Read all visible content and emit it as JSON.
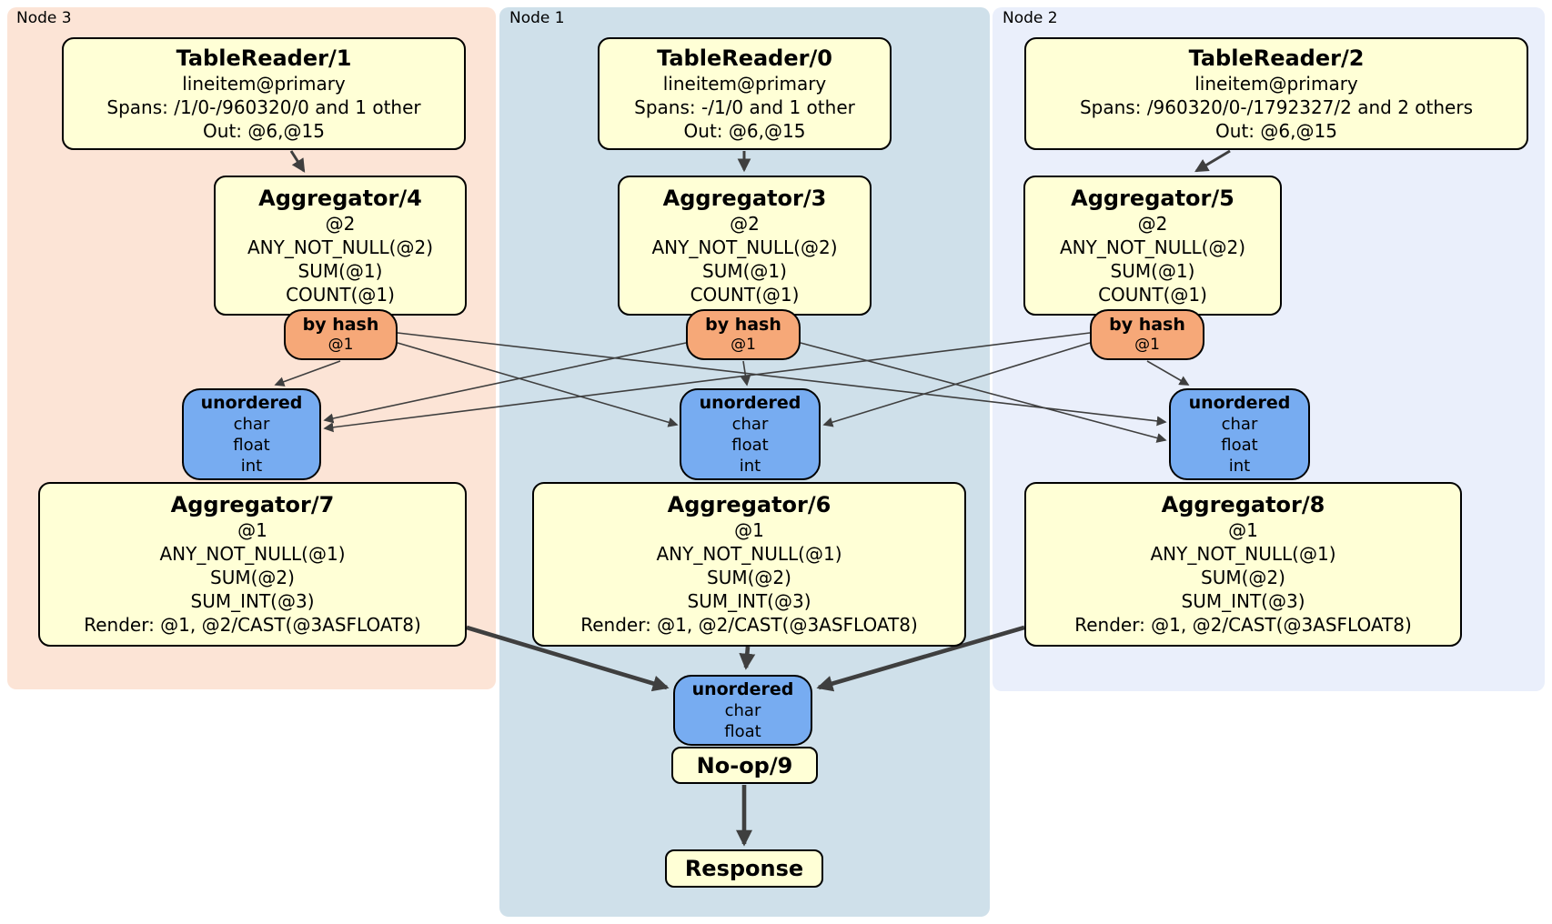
{
  "panels": [
    {
      "label": "Node 3",
      "color": "#fce4d6"
    },
    {
      "label": "Node 1",
      "color": "#cfe0ea"
    },
    {
      "label": "Node 2",
      "color": "#eaeffb"
    }
  ],
  "colors": {
    "processor_fill": "#ffffd6",
    "router_fill": "#f6a878",
    "sync_fill": "#77acf1",
    "edge": "#3f3f3f",
    "border": "#000000"
  },
  "processors": {
    "tr1": {
      "title": "TableReader/1",
      "lines": [
        "lineitem@primary",
        "Spans: /1/0-/960320/0 and 1 other",
        "Out: @6,@15"
      ]
    },
    "tr0": {
      "title": "TableReader/0",
      "lines": [
        "lineitem@primary",
        "Spans: -/1/0 and 1 other",
        "Out: @6,@15"
      ]
    },
    "tr2": {
      "title": "TableReader/2",
      "lines": [
        "lineitem@primary",
        "Spans: /960320/0-/1792327/2 and 2 others",
        "Out: @6,@15"
      ]
    },
    "agg4": {
      "title": "Aggregator/4",
      "lines": [
        "@2",
        "ANY_NOT_NULL(@2)",
        "SUM(@1)",
        "COUNT(@1)"
      ]
    },
    "agg3": {
      "title": "Aggregator/3",
      "lines": [
        "@2",
        "ANY_NOT_NULL(@2)",
        "SUM(@1)",
        "COUNT(@1)"
      ]
    },
    "agg5": {
      "title": "Aggregator/5",
      "lines": [
        "@2",
        "ANY_NOT_NULL(@2)",
        "SUM(@1)",
        "COUNT(@1)"
      ]
    },
    "agg7": {
      "title": "Aggregator/7",
      "lines": [
        "@1",
        "ANY_NOT_NULL(@1)",
        "SUM(@2)",
        "SUM_INT(@3)",
        "Render: @1, @2/CAST(@3ASFLOAT8)"
      ]
    },
    "agg6": {
      "title": "Aggregator/6",
      "lines": [
        "@1",
        "ANY_NOT_NULL(@1)",
        "SUM(@2)",
        "SUM_INT(@3)",
        "Render: @1, @2/CAST(@3ASFLOAT8)"
      ]
    },
    "agg8": {
      "title": "Aggregator/8",
      "lines": [
        "@1",
        "ANY_NOT_NULL(@1)",
        "SUM(@2)",
        "SUM_INT(@3)",
        "Render: @1, @2/CAST(@3ASFLOAT8)"
      ]
    },
    "noop": {
      "title": "No-op/9"
    },
    "response": {
      "title": "Response"
    }
  },
  "routers": {
    "r3": {
      "title": "by hash",
      "detail": "@1"
    },
    "r1": {
      "title": "by hash",
      "detail": "@1"
    },
    "r2": {
      "title": "by hash",
      "detail": "@1"
    }
  },
  "syncs": {
    "s3": {
      "title": "unordered",
      "types": [
        "char",
        "float",
        "int"
      ]
    },
    "s1": {
      "title": "unordered",
      "types": [
        "char",
        "float",
        "int"
      ]
    },
    "s2": {
      "title": "unordered",
      "types": [
        "char",
        "float",
        "int"
      ]
    },
    "final": {
      "title": "unordered",
      "types": [
        "char",
        "float"
      ]
    }
  }
}
